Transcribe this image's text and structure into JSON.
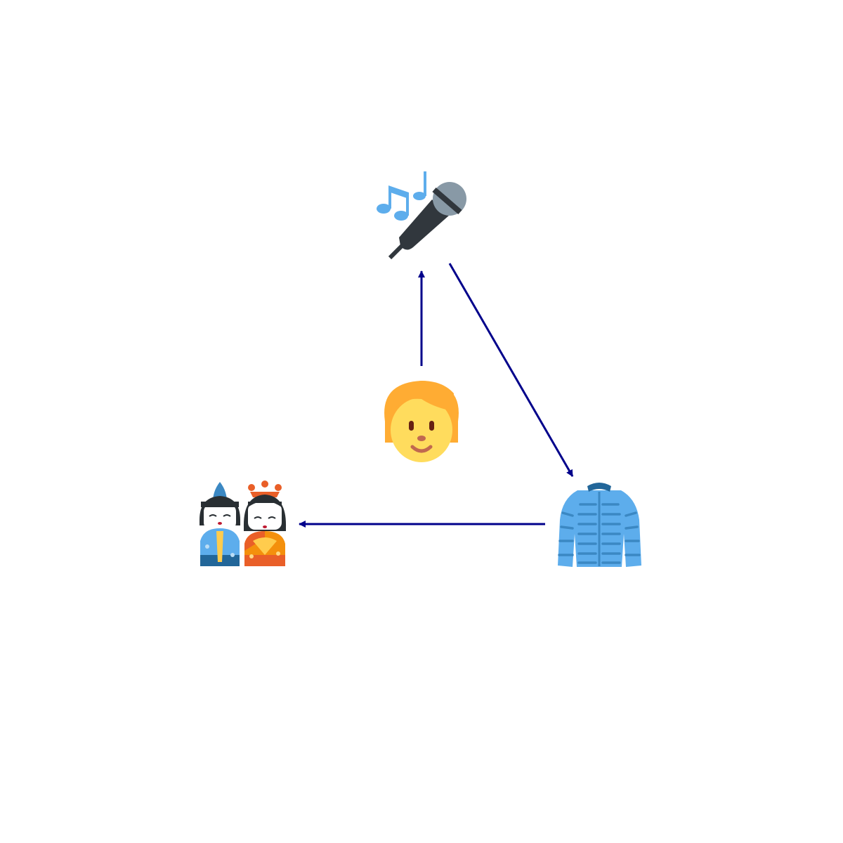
{
  "diagram": {
    "nodes": [
      {
        "id": "person",
        "icon": "person-icon"
      },
      {
        "id": "microphone",
        "icon": "microphone-icon"
      },
      {
        "id": "coat",
        "icon": "coat-icon"
      },
      {
        "id": "dolls",
        "icon": "dolls-icon"
      }
    ],
    "edges": [
      {
        "from": "person",
        "to": "microphone"
      },
      {
        "from": "microphone",
        "to": "coat"
      },
      {
        "from": "coat",
        "to": "dolls"
      }
    ],
    "colors": {
      "arrow": "#00008b",
      "background": "#ffffff"
    }
  }
}
